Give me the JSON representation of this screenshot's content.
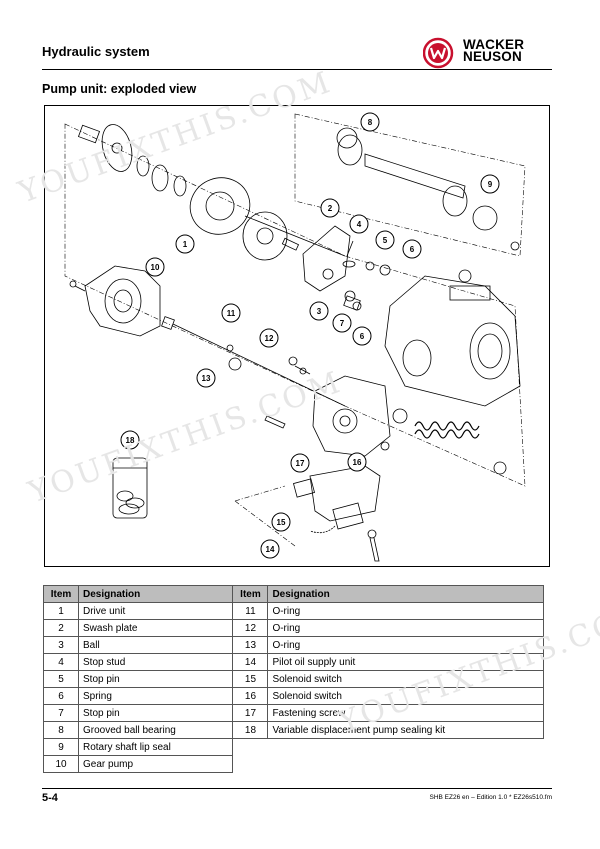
{
  "header": {
    "title": "Hydraulic system",
    "logo_line1": "WACKER",
    "logo_line2": "NEUSON",
    "brand_color": "#c8102e"
  },
  "section": {
    "title": "Pump unit: exploded view"
  },
  "figure": {
    "callouts": [
      "1",
      "2",
      "3",
      "4",
      "5",
      "6",
      "6",
      "7",
      "8",
      "9",
      "10",
      "11",
      "12",
      "13",
      "14",
      "15",
      "16",
      "17",
      "18"
    ]
  },
  "table": {
    "headers": {
      "item": "Item",
      "designation": "Designation"
    },
    "left": [
      {
        "item": "1",
        "designation": "Drive unit"
      },
      {
        "item": "2",
        "designation": "Swash plate"
      },
      {
        "item": "3",
        "designation": "Ball"
      },
      {
        "item": "4",
        "designation": "Stop stud"
      },
      {
        "item": "5",
        "designation": "Stop pin"
      },
      {
        "item": "6",
        "designation": "Spring"
      },
      {
        "item": "7",
        "designation": "Stop pin"
      },
      {
        "item": "8",
        "designation": "Grooved ball bearing"
      },
      {
        "item": "9",
        "designation": "Rotary shaft lip seal"
      },
      {
        "item": "10",
        "designation": "Gear pump"
      }
    ],
    "right": [
      {
        "item": "11",
        "designation": "O-ring"
      },
      {
        "item": "12",
        "designation": "O-ring"
      },
      {
        "item": "13",
        "designation": "O-ring"
      },
      {
        "item": "14",
        "designation": "Pilot oil supply unit"
      },
      {
        "item": "15",
        "designation": "Solenoid switch"
      },
      {
        "item": "16",
        "designation": "Solenoid switch"
      },
      {
        "item": "17",
        "designation": "Fastening screw"
      },
      {
        "item": "18",
        "designation": "Variable displacement pump sealing kit"
      }
    ]
  },
  "footer": {
    "page": "5-4",
    "doc_ref": "SHB EZ26 en – Edition 1.0 * EZ26s510.fm"
  },
  "watermark": {
    "text": "YOUFIXTHIS.COM"
  }
}
